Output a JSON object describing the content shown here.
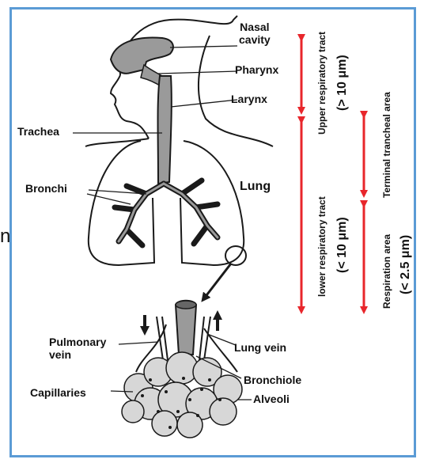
{
  "labels": {
    "nasal_cavity_1": "Nasal",
    "nasal_cavity_2": "cavity",
    "pharynx": "Pharynx",
    "larynx": "Larynx",
    "trachea": "Trachea",
    "bronchi": "Bronchi",
    "lung": "Lung",
    "pulmonary_vein_1": "Pulmonary",
    "pulmonary_vein_2": "vein",
    "lung_vein": "Lung vein",
    "bronchiole": "Bronchiole",
    "capillaries": "Capillaries",
    "alveoli": "Alveoli"
  },
  "regions": {
    "upper_tract": "Upper respiratory tract",
    "upper_size": "(> 10 μm)",
    "lower_tract": "lower respiratory tract",
    "lower_size": "(< 10 μm)",
    "terminal_area": "Terminal trancheal area",
    "respiration_area": "Respiration area",
    "respiration_size": "(< 2.5 μm)"
  },
  "stray_char": "n",
  "colors": {
    "frame": "#5b9bd5",
    "arrow": "#e8262b",
    "airway_fill": "#9a9a9a",
    "outline": "#1a1a1a"
  }
}
